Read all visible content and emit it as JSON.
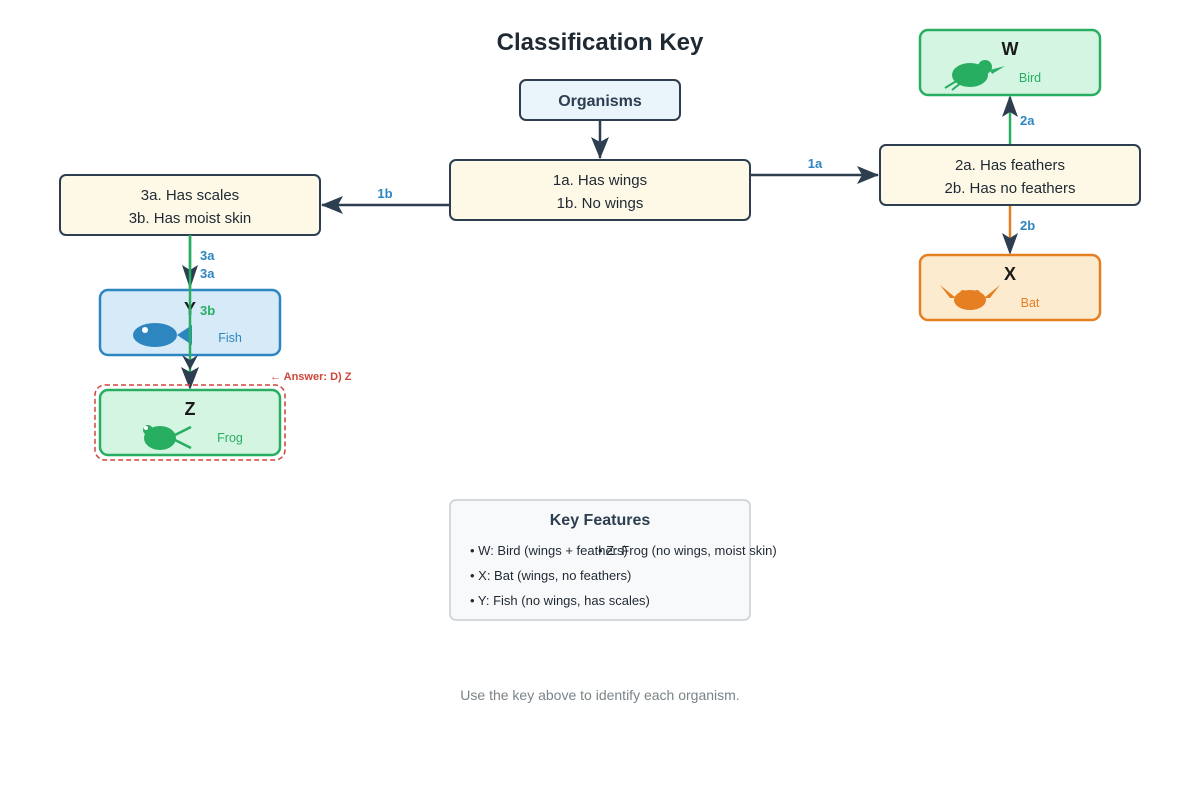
{
  "title": "Classification Key",
  "nodes": {
    "root": "Organisms",
    "step1": [
      "1a. Has wings",
      "1b. No wings"
    ],
    "step2": [
      "2a. Has feathers",
      "2b. Has no feathers"
    ],
    "step3": [
      "3a. Has scales",
      "3b. Has moist skin"
    ]
  },
  "edges": {
    "e1a": "1a",
    "e1b": "1b",
    "e2a": "2a",
    "e2b": "2b",
    "e3a_first": "3a",
    "e3a_second": "3a",
    "e3b": "3b"
  },
  "organisms": {
    "w": {
      "letter": "W",
      "name": "Bird",
      "color": "#27ae60",
      "fill": "#d5f5e3"
    },
    "x": {
      "letter": "X",
      "name": "Bat",
      "color": "#e67e22",
      "fill": "#fdebd0"
    },
    "y": {
      "letter": "Y",
      "name": "Fish",
      "color": "#2e86c1",
      "fill": "#d6eaf8"
    },
    "z": {
      "letter": "Z",
      "name": "Frog",
      "color": "#27ae60",
      "fill": "#d5f5e3"
    }
  },
  "answer": "← Answer: D) Z",
  "key_features": {
    "title": "Key Features",
    "items": [
      "• W: Bird (wings + feathers)",
      "• Z: Frog (no wings, moist skin)",
      "• X: Bat (wings, no feathers)",
      "• Y: Fish (no wings, has scales)"
    ]
  },
  "footer": "Use the key above to identify each organism.",
  "colors": {
    "dark": "#2c3e50",
    "edge_label": "#2e86c1",
    "green": "#27ae60",
    "orange": "#e67e22",
    "decision_fill": "#fef9e7",
    "root_fill": "#eaf4fb",
    "answer_red": "#d0453a"
  },
  "icons": [
    "bird-icon",
    "bat-icon",
    "fish-icon",
    "frog-icon"
  ]
}
